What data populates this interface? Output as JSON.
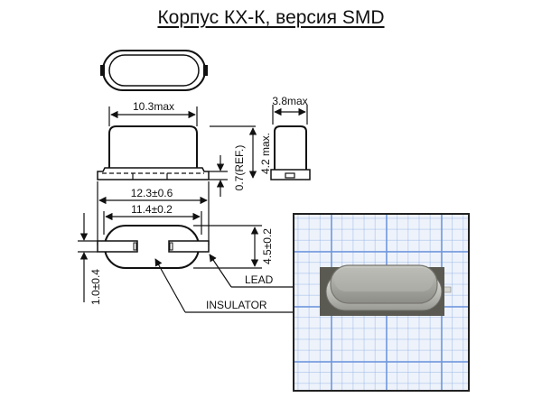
{
  "title": "Корпус КХ-К, версия SMD",
  "dimensions": {
    "length_max": "10.3max",
    "width_max": "3.8max",
    "height_max": "4.2 max.",
    "base_ref": "0.7(REF.)",
    "overall_length": "12.3±0.6",
    "lead_span": "11.4±0.2",
    "footprint_width": "4.5±0.2",
    "lead_thickness": "1.0±0.4"
  },
  "labels": {
    "lead": "LEAD",
    "insulator": "INSULATOR"
  },
  "photo": {
    "description": "SMD crystal resonator on graph paper",
    "grid_color": "#6e96dc",
    "border_color": "#222222"
  }
}
